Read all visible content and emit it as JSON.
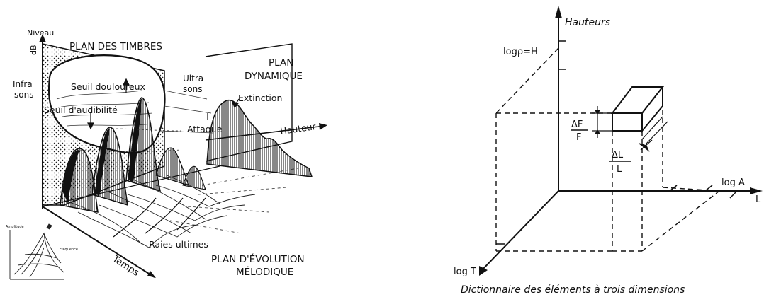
{
  "left_figure": {
    "axis_level": "Niveau",
    "axis_unit": "dB",
    "plan_timbres": "PLAN DES TIMBRES",
    "infra_line1": "Infra",
    "infra_line2": "sons",
    "seuil_douloureux": "Seuil douloureux",
    "seuil_audibilite": "Seuil d'audibilité",
    "ultra_line1": "Ultra",
    "ultra_line2": "sons",
    "plan_dynamique_line1": "PLAN",
    "plan_dynamique_line2": "DYNAMIQUE",
    "extinction": "Extinction",
    "attaque": "Attaque",
    "hauteur": "Hauteur",
    "raies_ultimes": "Raies ultimes",
    "plan_evolution_line1": "PLAN D'ÉVOLUTION",
    "plan_evolution_line2": "MÉLODIQUE",
    "temps": "Temps",
    "inset_amplitude": "Amplitude",
    "inset_frequence": "Fréquence"
  },
  "right_figure": {
    "axis_hauteurs": "Hauteurs",
    "axis_logp": "logρ=H",
    "delta_f_num": "ΔF",
    "delta_f_den": "F",
    "delta_l_num": "ΔL",
    "delta_l_den": "L",
    "axis_loga": "log A",
    "axis_l": "L",
    "axis_logt": "log T",
    "caption": "Dictionnaire des éléments à trois dimensions"
  }
}
